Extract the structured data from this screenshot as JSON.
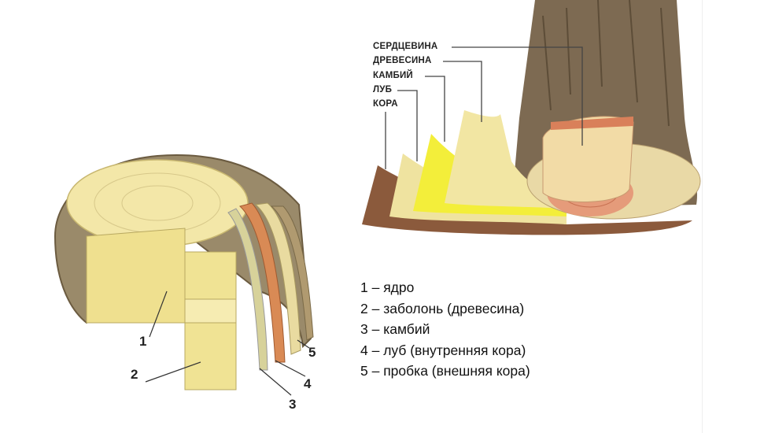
{
  "left_diagram": {
    "numbers": [
      "1",
      "2",
      "3",
      "4",
      "5"
    ]
  },
  "right_diagram": {
    "labels": [
      "СЕРДЦЕВИНА",
      "ДРЕВЕСИНА",
      "КАМБИЙ",
      "ЛУБ",
      "КОРА"
    ]
  },
  "legend": [
    "1 – ядро",
    "2 – заболонь (древесина)",
    "3 – камбий",
    "4 – луб (внутренняя кора)",
    "5 – пробка (внешняя кора)"
  ],
  "colors": {
    "wood": "#f1e49a",
    "sapwood": "#e9d878",
    "cambium": "#f3ee3a",
    "bark_brown": "#8b5a3c",
    "trunk": "#7d6a52",
    "heartwood_red": "#d9805a"
  }
}
